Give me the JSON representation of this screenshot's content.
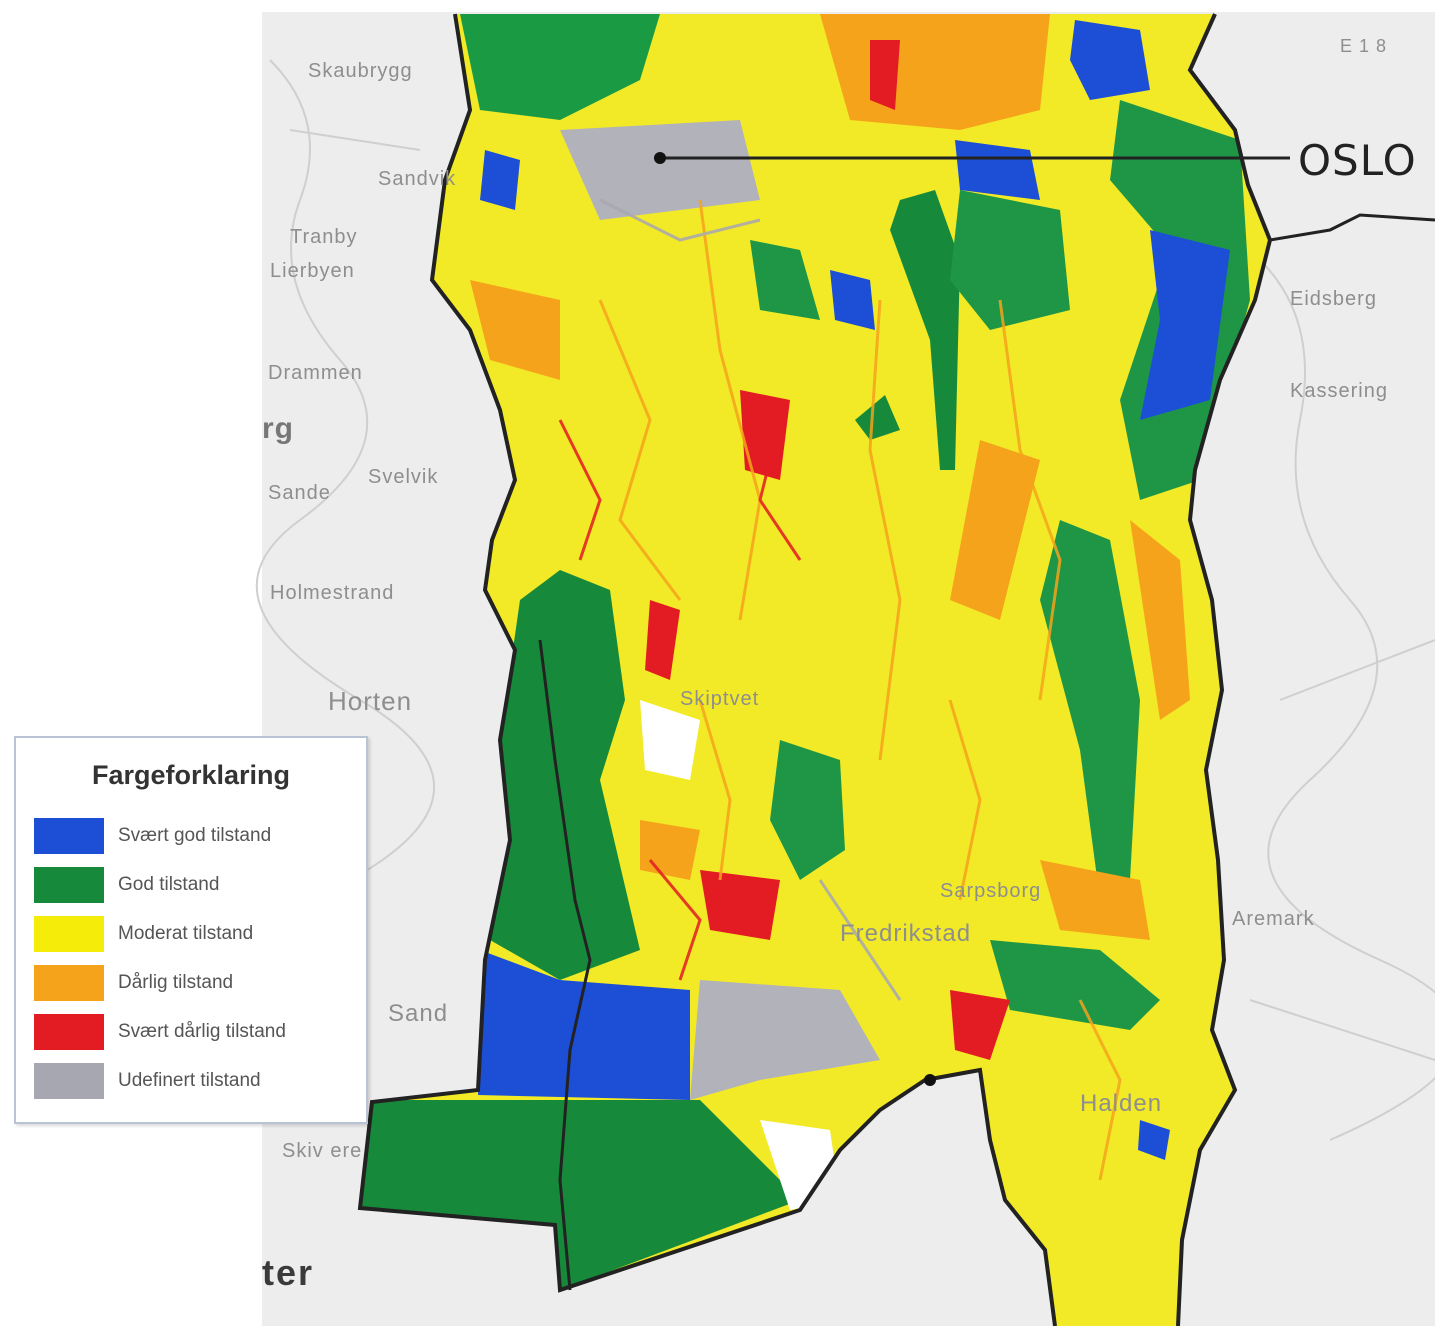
{
  "map": {
    "city_label": "OSLO",
    "corner_label": "E 1 8",
    "place_labels": [
      "Skaubrygg",
      "Sandvik",
      "Tranby",
      "Lierbyen",
      "Drammen",
      "rg",
      "Sande",
      "Svelvik",
      "Holmestrand",
      "Horten",
      "Sand",
      "Skiv ere",
      "ter",
      "Eidsberg",
      "Kassering",
      "Skiptvet",
      "Sarpsborg",
      "Fredrikstad",
      "Halden",
      "Aremark"
    ]
  },
  "legend": {
    "title": "Fargeforklaring",
    "items": [
      {
        "label": "Svært god tilstand",
        "color": "#1c4fd6"
      },
      {
        "label": "God tilstand",
        "color": "#168a3a"
      },
      {
        "label": "Moderat tilstand",
        "color": "#f5ec0a"
      },
      {
        "label": "Dårlig tilstand",
        "color": "#f6a31c"
      },
      {
        "label": "Svært dårlig tilstand",
        "color": "#e31b23"
      },
      {
        "label": "Udefinert tilstand",
        "color": "#a7a7b2"
      }
    ]
  }
}
